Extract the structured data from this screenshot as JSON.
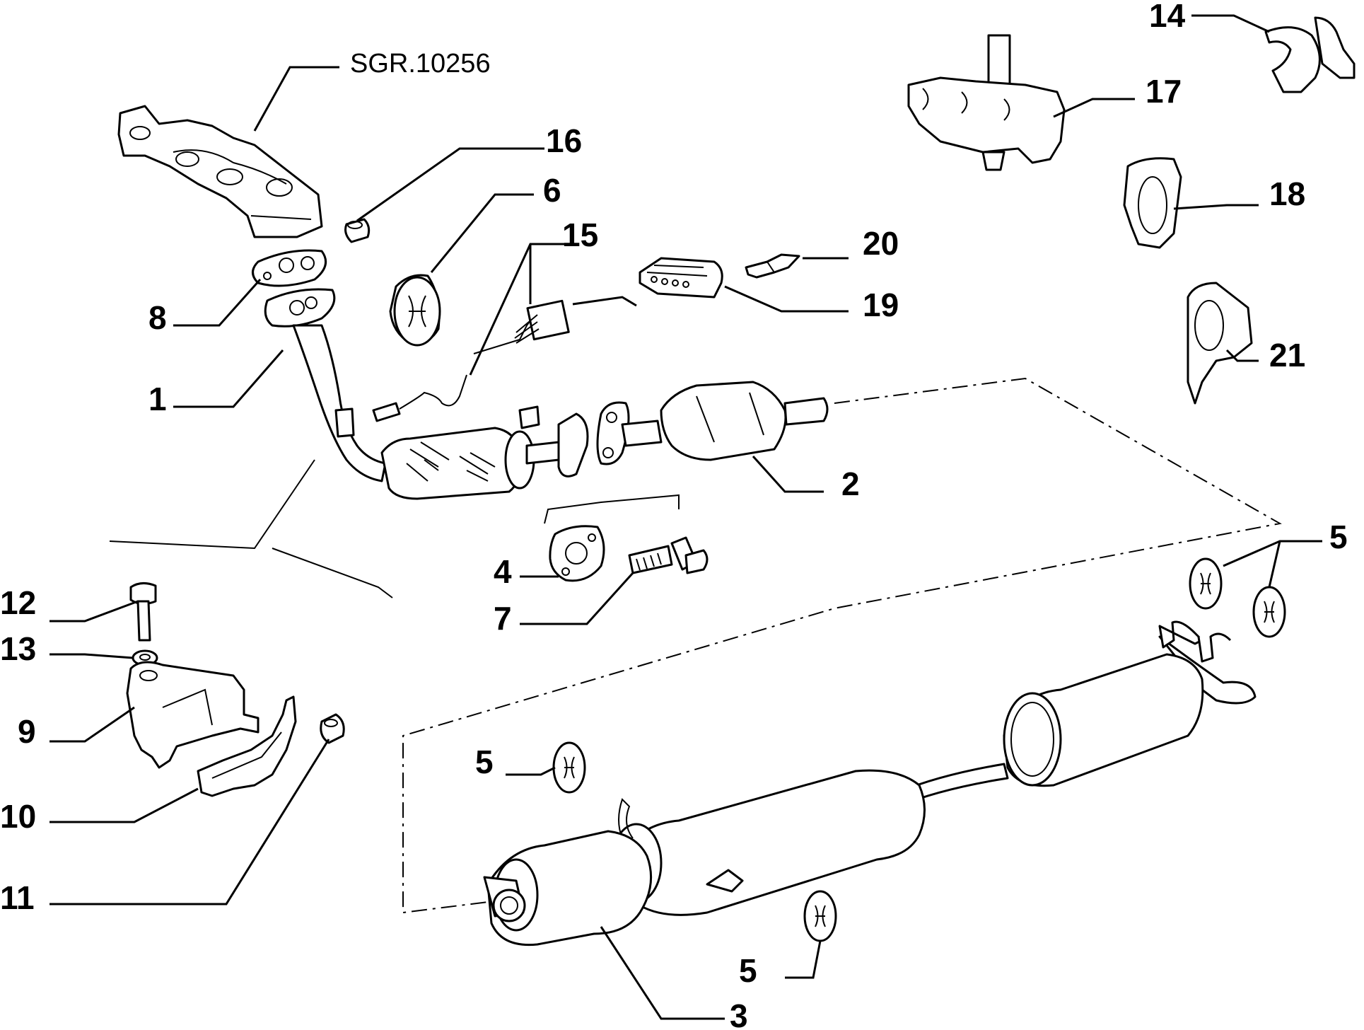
{
  "diagram": {
    "reference_label": "SGR.10256",
    "part_labels": {
      "p1": "1",
      "p2": "2",
      "p3": "3",
      "p4": "4",
      "p5a": "5",
      "p5b": "5",
      "p5c": "5",
      "p6": "6",
      "p7": "7",
      "p8": "8",
      "p9": "9",
      "p10": "10",
      "p11": "11",
      "p12": "12",
      "p13": "13",
      "p14": "14",
      "p15": "15",
      "p16": "16",
      "p17": "17",
      "p18": "18",
      "p19": "19",
      "p20": "20",
      "p21": "21"
    }
  }
}
